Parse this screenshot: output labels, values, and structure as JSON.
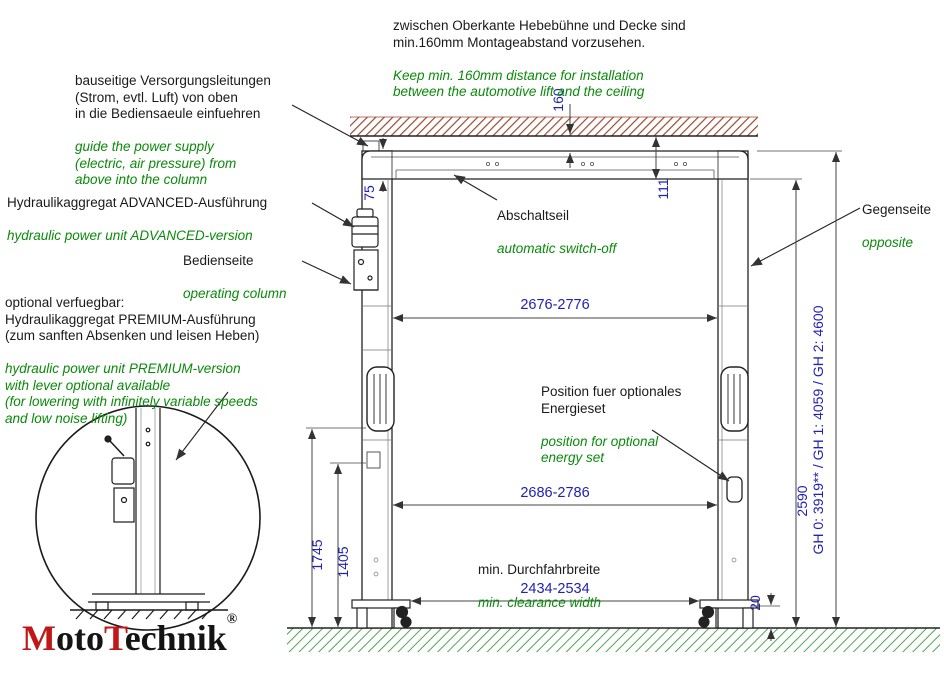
{
  "colors": {
    "dimension_text": "#2222b2",
    "annotation_green": "#0a8a0a",
    "annotation_black": "#1a1a1a",
    "logo_red": "#c01818",
    "ceiling_hatch": "#9a4a32",
    "ground_hatch": "#3f9a44"
  },
  "notes": {
    "ceiling": {
      "de": "zwischen Oberkante Hebebühne und Decke sind\nmin.160mm Montageabstand vorzusehen.",
      "en": "Keep min. 160mm distance for installation\nbetween the automotive lift and the ceiling"
    },
    "supply": {
      "de": "bauseitige Versorgungsleitungen\n(Strom, evtl. Luft) von oben\nin die Bediensaeule einfuehren",
      "en": "guide the power supply\n(electric, air pressure) from\nabove into the column"
    },
    "advanced": {
      "de": "Hydraulikaggregat ADVANCED-Ausführung",
      "en": "hydraulic power unit ADVANCED-version"
    },
    "operating": {
      "de": "Bedienseite",
      "en": "operating column"
    },
    "premium": {
      "de": "optional verfuegbar:\nHydraulikaggregat PREMIUM-Ausführung\n(zum sanften Absenken und leisen Heben)",
      "en": "hydraulic power unit PREMIUM-version\nwith lever optional available\n(for lowering with infinitely variable speeds\nand low noise lifting)"
    },
    "switch_off": {
      "de": "Abschaltseil",
      "en": "automatic switch-off"
    },
    "opposite": {
      "de": "Gegenseite",
      "en": "opposite"
    },
    "energy_set": {
      "de": "Position fuer optionales\nEnergieset",
      "en": "position for optional\nenergy set"
    },
    "clearance": {
      "de": "min. Durchfahrbreite",
      "en": "min. clearance width"
    }
  },
  "dimensions": {
    "ceiling_gap": "160",
    "beam_detail_75": "75",
    "beam_detail_111": "111",
    "inner_width_top": "2676-2776",
    "inner_width_bottom": "2686-2786",
    "drive_through_width": "2434-2534",
    "height_1745": "1745",
    "height_1405": "1405",
    "height_2590": "2590",
    "base_plate_20": "20",
    "overall_height": "GH 0: 3919** / GH 1: 4059 / GH 2: 4600"
  },
  "logo": {
    "m": "M",
    "oto": "oto",
    "t": "T",
    "echnik": "echnik",
    "reg": "®"
  }
}
